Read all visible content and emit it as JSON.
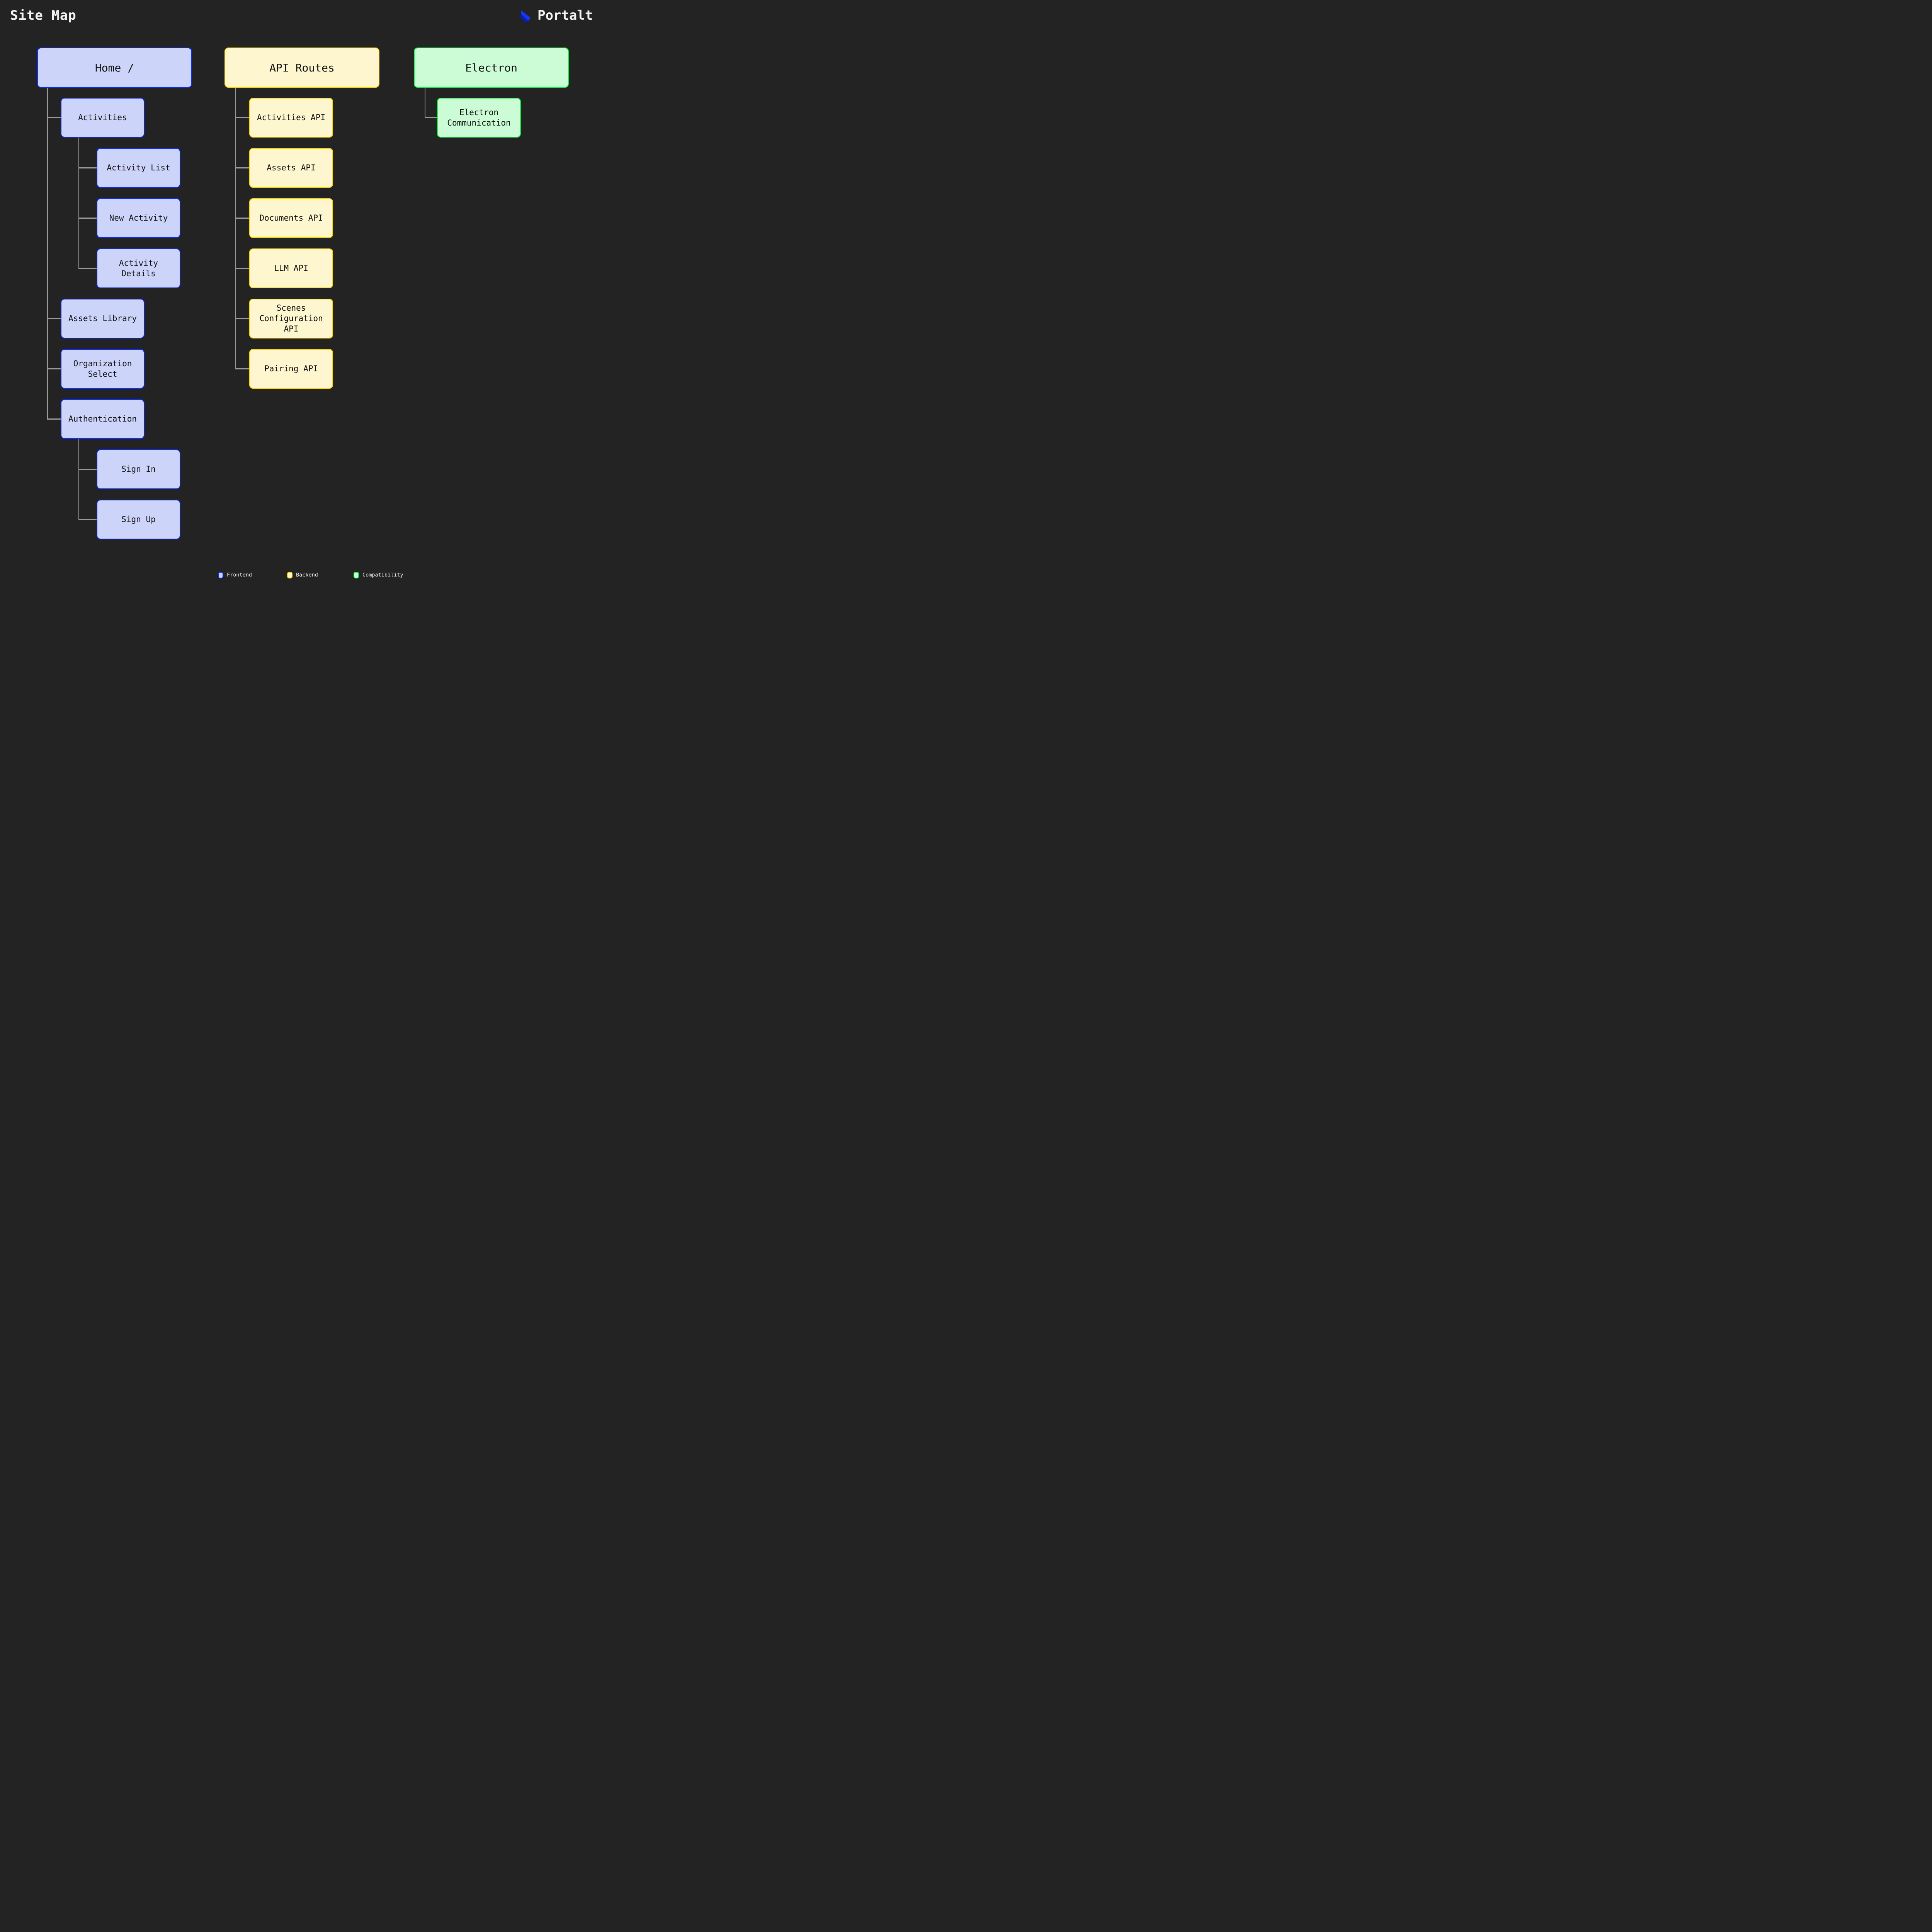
{
  "header": {
    "title": "Site Map",
    "brand": "Portalt"
  },
  "theme": {
    "bg": "#232323",
    "connector": "#999999",
    "frontend-fill": "#ccd4fa",
    "frontend-border": "#0b2cf2",
    "backend-fill": "#fdf6cf",
    "backend-border": "#fcd400",
    "compat-fill": "#ccfcd6",
    "compat-border": "#12ef45",
    "box-text": "#111111",
    "light-text": "#f2f2f2",
    "logo-bright": "#1437f8",
    "logo-dark": "#0a1bd4"
  },
  "trees": [
    {
      "name": "frontend",
      "root": {
        "label": "Home /"
      },
      "children": [
        {
          "label": "Activities",
          "children": [
            {
              "label": "Activity List"
            },
            {
              "label": "New Activity"
            },
            {
              "label": "Activity Details"
            }
          ]
        },
        {
          "label": "Assets Library"
        },
        {
          "label": "Organization Select"
        },
        {
          "label": "Authentication",
          "children": [
            {
              "label": "Sign In"
            },
            {
              "label": "Sign Up"
            }
          ]
        }
      ]
    },
    {
      "name": "backend",
      "root": {
        "label": "API Routes"
      },
      "children": [
        {
          "label": "Activities API"
        },
        {
          "label": "Assets API"
        },
        {
          "label": "Documents API"
        },
        {
          "label": "LLM API"
        },
        {
          "label": "Scenes Configuration API"
        },
        {
          "label": "Pairing API"
        }
      ]
    },
    {
      "name": "compatibility",
      "root": {
        "label": "Electron"
      },
      "children": [
        {
          "label": "Electron Communication"
        }
      ]
    }
  ],
  "legend": [
    {
      "label": "Frontend",
      "type": "frontend"
    },
    {
      "label": "Backend",
      "type": "backend"
    },
    {
      "label": "Compatibility",
      "type": "compatibility"
    }
  ]
}
